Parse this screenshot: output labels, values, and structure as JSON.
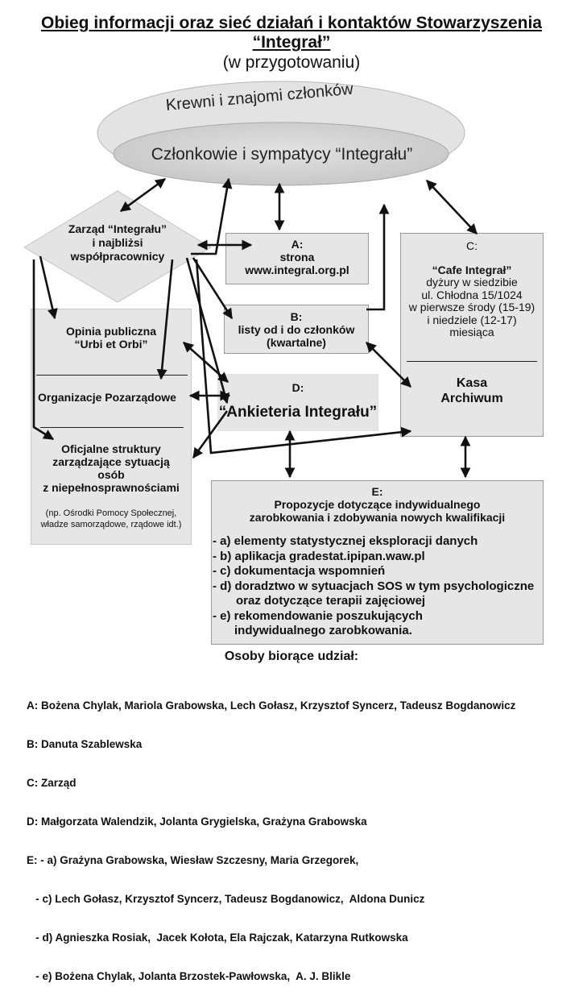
{
  "header": {
    "title_line1": "Obieg informacji oraz sieć działań i kontaktów Stowarzyszenia",
    "title_line2": "“Integrał”",
    "subtitle": "(w przygotowaniu)"
  },
  "ellipses": {
    "outer_label": "Krewni i znajomi członków",
    "inner_label": "Członkowie i sympatycy “Integrału”"
  },
  "zarzad": {
    "lines": [
      "Zarząd “Integrału”",
      "i najbliżsi",
      "współpracownicy"
    ]
  },
  "box_a": {
    "letter": "A:",
    "lines": [
      "strona",
      "www.integral.org.pl"
    ]
  },
  "box_b": {
    "letter": "B:",
    "lines": [
      "listy od i do członków",
      "(kwartalne)"
    ]
  },
  "box_c": {
    "letter": "C:",
    "title": "“Cafe Integrał”",
    "lines": [
      "dyżury w siedzibie",
      "ul. Chłodna 15/1024",
      "w pierwsze środy (15-19)",
      "i niedziele (12-17)",
      "miesiąca"
    ],
    "kasa": "Kasa",
    "archiwum": "Archiwum"
  },
  "box_d": {
    "letter": "D:",
    "title": "“Ankieteria Integrału”"
  },
  "left_box": {
    "opinia": [
      "Opinia publiczna",
      "“Urbi et Orbi”"
    ],
    "organizacje": "Organizacje  Pozarządowe",
    "oficjalne": [
      "Oficjalne struktury",
      "zarządzające sytuacją",
      "osób",
      "z niepełnosprawnościami"
    ],
    "note": [
      "(np. Ośrodki Pomocy Społecznej,",
      "władze samorządowe, rządowe idt.)"
    ]
  },
  "box_e": {
    "letter": "E:",
    "heading": [
      "Propozycje dotyczące indywidualnego",
      "zarobkowania i zdobywania nowych kwalifikacji"
    ],
    "items": [
      "- a) elementy statystycznej eksploracji danych",
      "- b) aplikacja gradestat.ipipan.waw.pl",
      "- c) dokumentacja wspomnień",
      "- d) doradztwo w sytuacjach SOS w tym psychologiczne",
      "oraz dotyczące terapii zajęciowej",
      "- e) rekomendowanie poszukujących",
      "indywidualnego zarobkowania."
    ]
  },
  "participants": {
    "heading": "Osoby biorące udział:",
    "lines": [
      "A: Bożena Chylak, Mariola Grabowska, Lech Gołasz, Krzysztof Syncerz, Tadeusz Bogdanowicz",
      "B: Danuta Szablewska",
      "C: Zarząd",
      "D: Małgorzata Walendzik, Jolanta Grygielska, Grażyna Grabowska",
      "E: - a) Grażyna Grabowska, Wiesław Szczesny, Maria Grzegorek,",
      "   - c) Lech Gołasz, Krzysztof Syncerz, Tadeusz Bogdanowicz,  Aldona Dunicz",
      "   - d) Agnieszka Rosiak,  Jacek Kołota, Ela Rajczak, Katarzyna Rutkowska",
      "   - e) Bożena Chylak, Jolanta Brzostek-Pawłowska,  A. J. Blikle"
    ]
  }
}
